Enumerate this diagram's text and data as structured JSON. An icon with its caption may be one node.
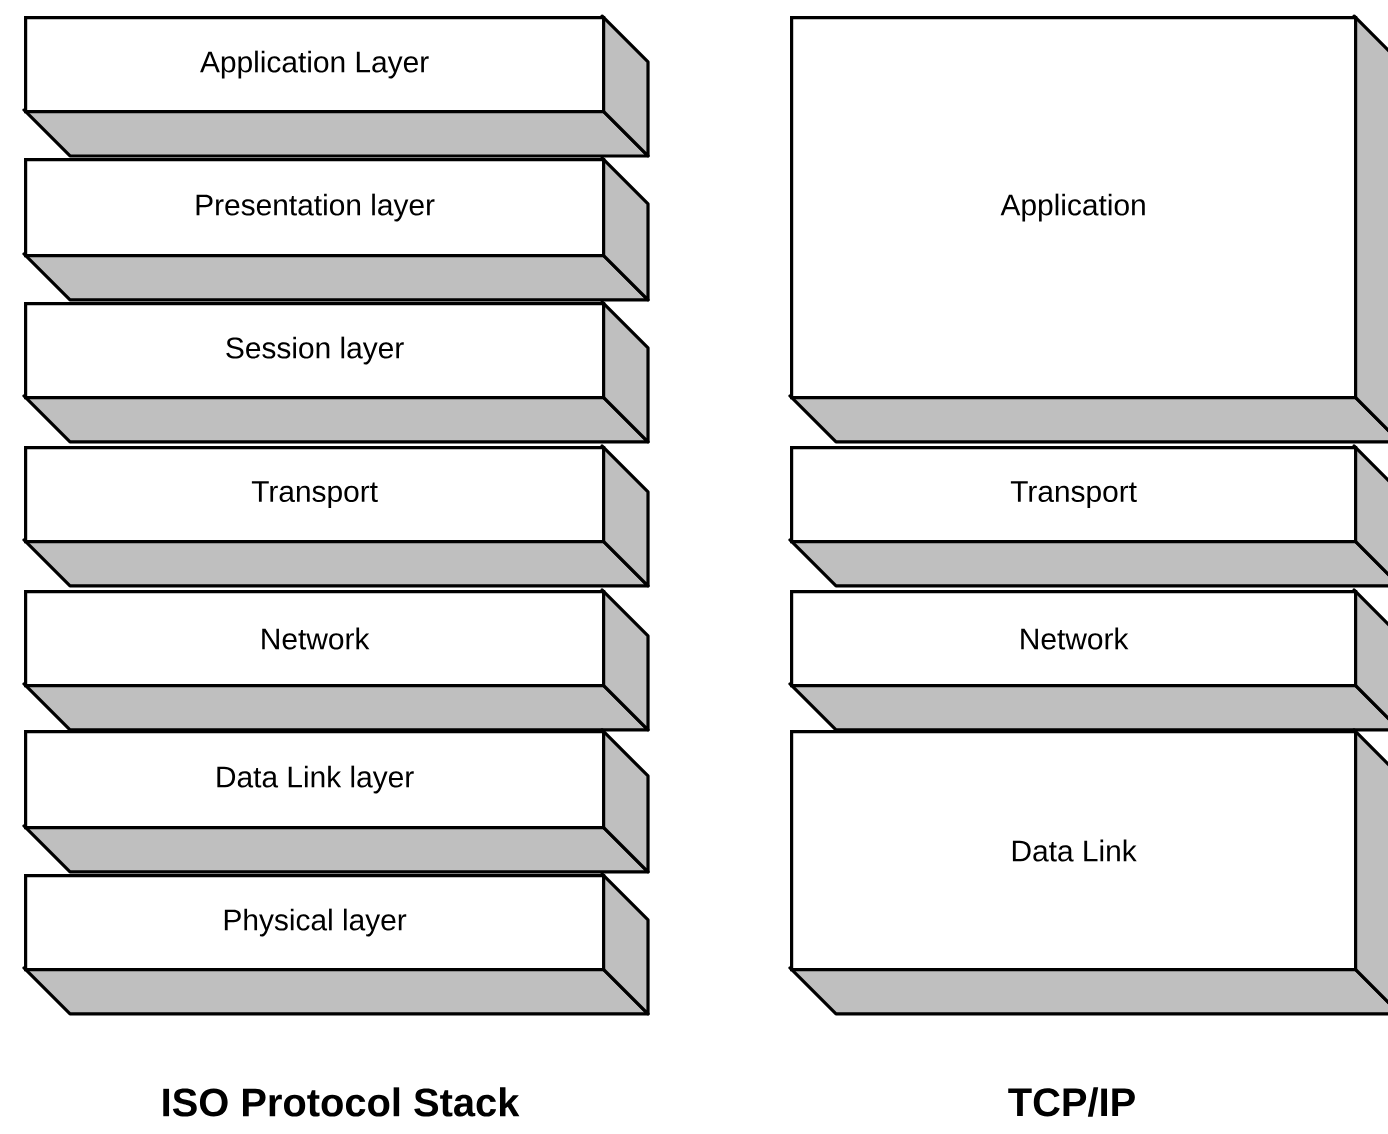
{
  "diagram": {
    "nodes": [
      {
        "text": [
          "Application Layer"
        ]
      },
      {
        "text": [
          "Presentation layer"
        ]
      },
      {
        "text": [
          "Session layer"
        ]
      },
      {
        "text": [
          "Transport"
        ]
      },
      {
        "text": [
          "Network"
        ]
      },
      {
        "text": [
          "Data Link layer"
        ]
      },
      {
        "text": [
          "Physical layer"
        ]
      },
      {
        "text": [
          "Application"
        ]
      },
      {
        "text": [
          "Transport"
        ]
      },
      {
        "text": [
          "Network"
        ]
      },
      {
        "text": [
          "Data Link"
        ]
      }
    ],
    "labels": [
      "ISO Protocol Stack",
      "TCP/IP"
    ]
  }
}
